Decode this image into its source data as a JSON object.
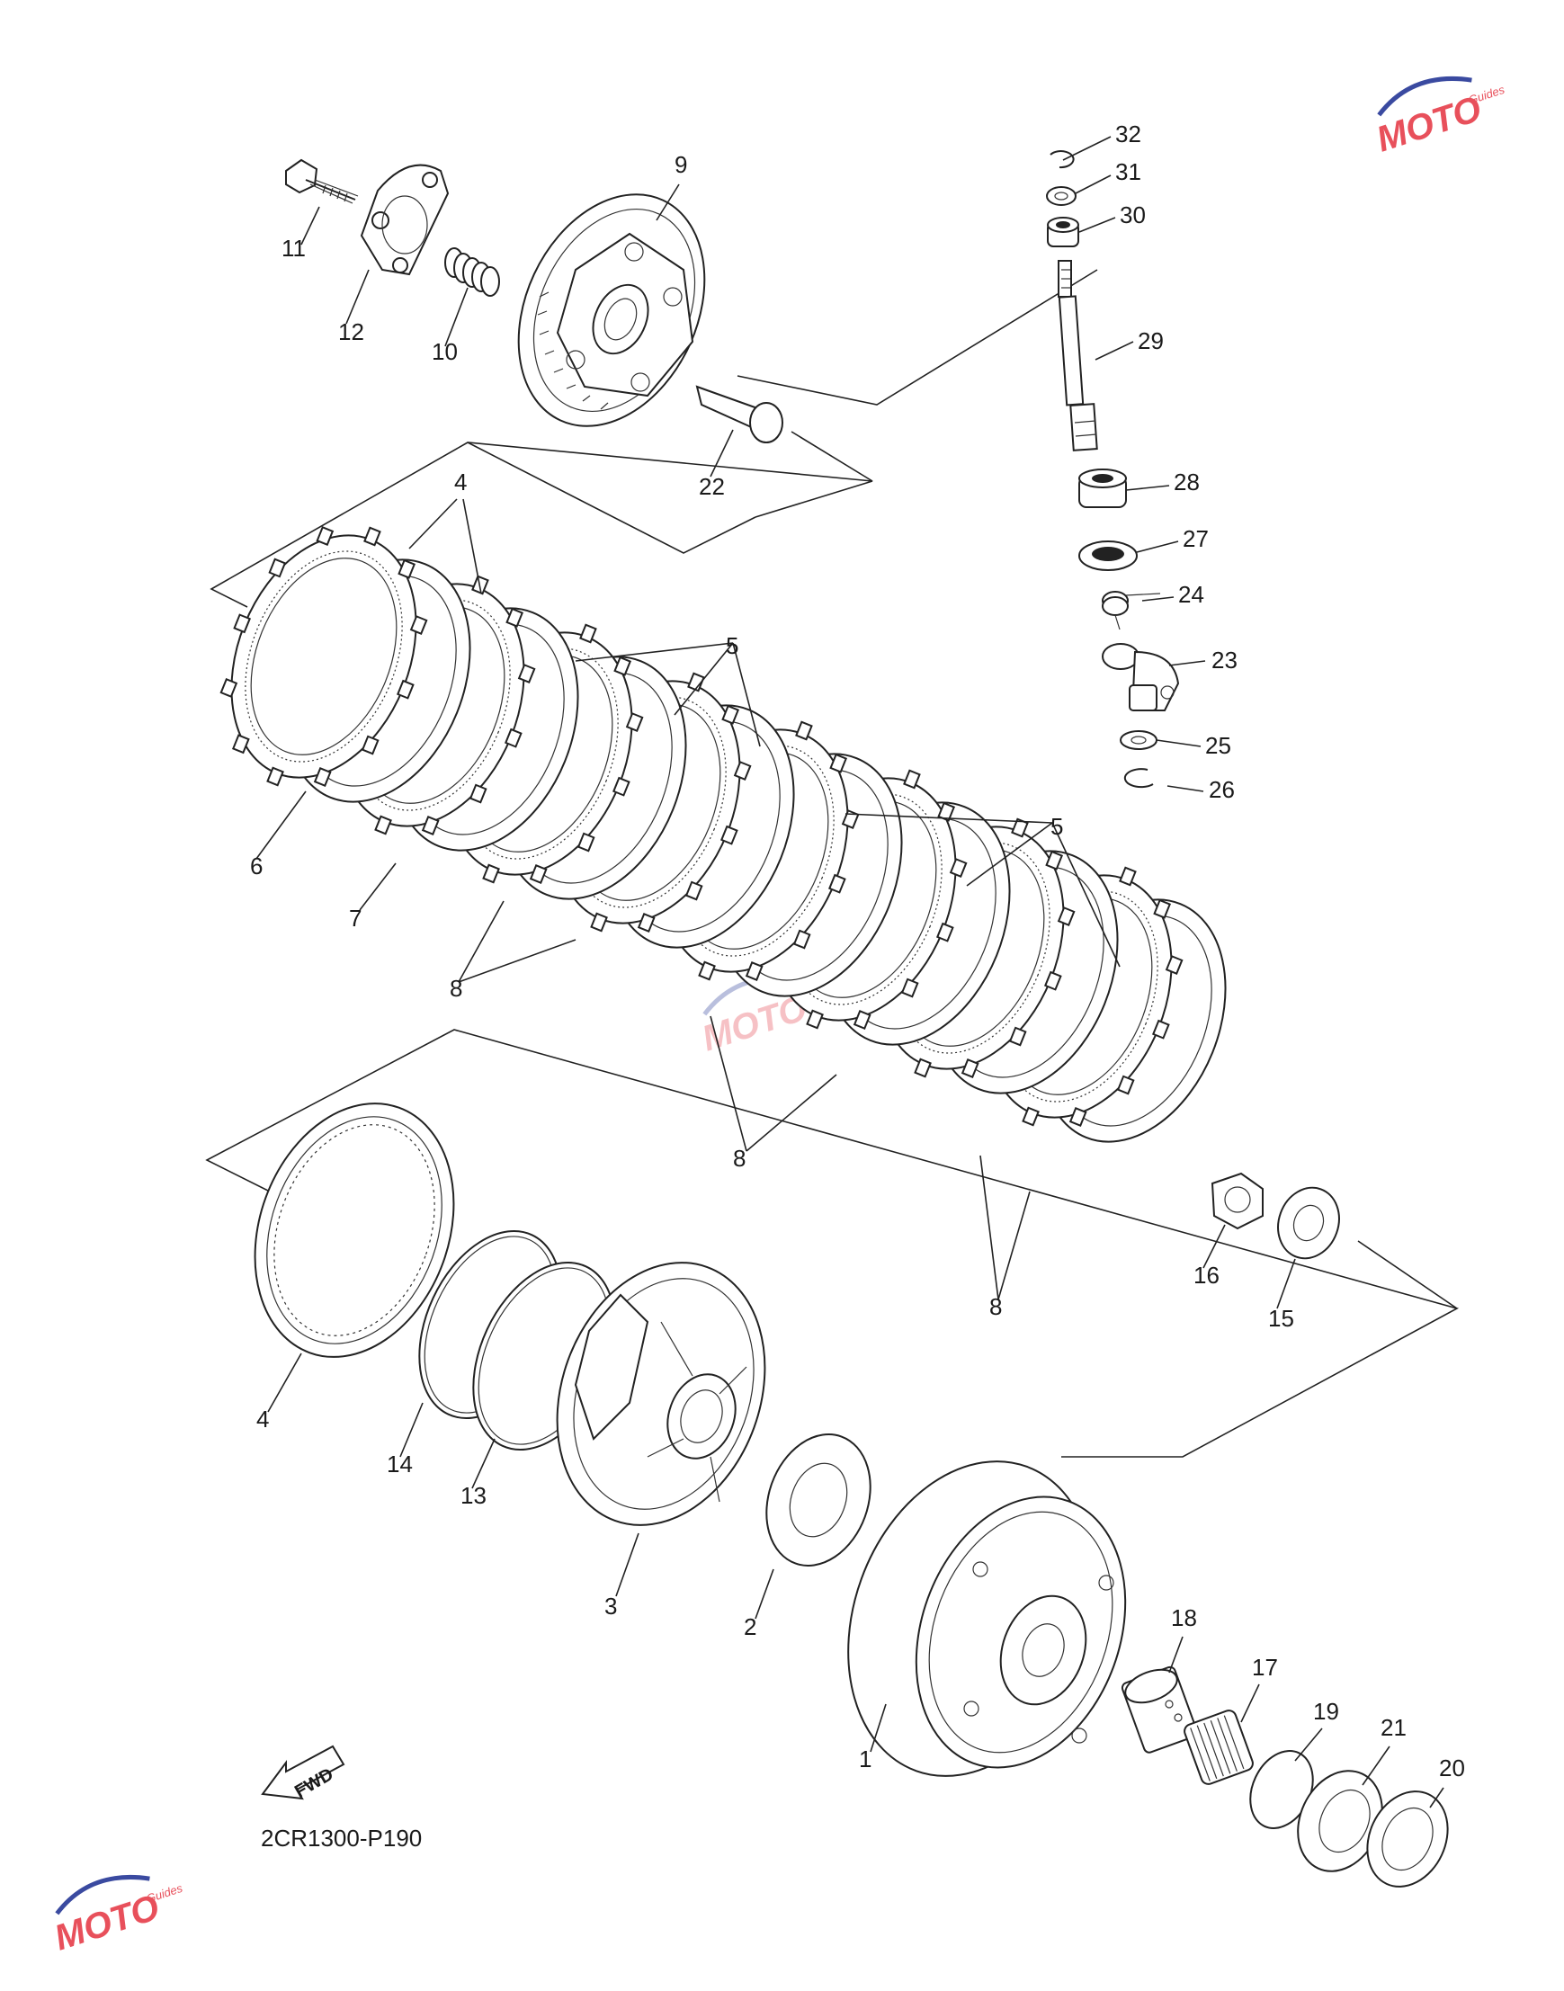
{
  "diagram_code": "2CR1300-P190",
  "fwd_label": "FWD",
  "watermark": {
    "text": "MOTO",
    "subtext": "Guides",
    "color": "#e8505b",
    "accent": "#3a4aa0"
  },
  "callouts": [
    {
      "id": "c11",
      "text": "11"
    },
    {
      "id": "c12",
      "text": "12"
    },
    {
      "id": "c10",
      "text": "10"
    },
    {
      "id": "c9",
      "text": "9"
    },
    {
      "id": "c22",
      "text": "22"
    },
    {
      "id": "c32",
      "text": "32"
    },
    {
      "id": "c31",
      "text": "31"
    },
    {
      "id": "c30",
      "text": "30"
    },
    {
      "id": "c29",
      "text": "29"
    },
    {
      "id": "c28",
      "text": "28"
    },
    {
      "id": "c27",
      "text": "27"
    },
    {
      "id": "c24",
      "text": "24"
    },
    {
      "id": "c23",
      "text": "23"
    },
    {
      "id": "c25",
      "text": "25"
    },
    {
      "id": "c26",
      "text": "26"
    },
    {
      "id": "c4a",
      "text": "4"
    },
    {
      "id": "c5a",
      "text": "5"
    },
    {
      "id": "c5b",
      "text": "5"
    },
    {
      "id": "c6",
      "text": "6"
    },
    {
      "id": "c7",
      "text": "7"
    },
    {
      "id": "c8a",
      "text": "8"
    },
    {
      "id": "c8b",
      "text": "8"
    },
    {
      "id": "c8c",
      "text": "8"
    },
    {
      "id": "c16",
      "text": "16"
    },
    {
      "id": "c15",
      "text": "15"
    },
    {
      "id": "c4b",
      "text": "4"
    },
    {
      "id": "c14",
      "text": "14"
    },
    {
      "id": "c13",
      "text": "13"
    },
    {
      "id": "c3",
      "text": "3"
    },
    {
      "id": "c2",
      "text": "2"
    },
    {
      "id": "c1",
      "text": "1"
    },
    {
      "id": "c18",
      "text": "18"
    },
    {
      "id": "c17",
      "text": "17"
    },
    {
      "id": "c19",
      "text": "19"
    },
    {
      "id": "c21",
      "text": "21"
    },
    {
      "id": "c20",
      "text": "20"
    }
  ]
}
